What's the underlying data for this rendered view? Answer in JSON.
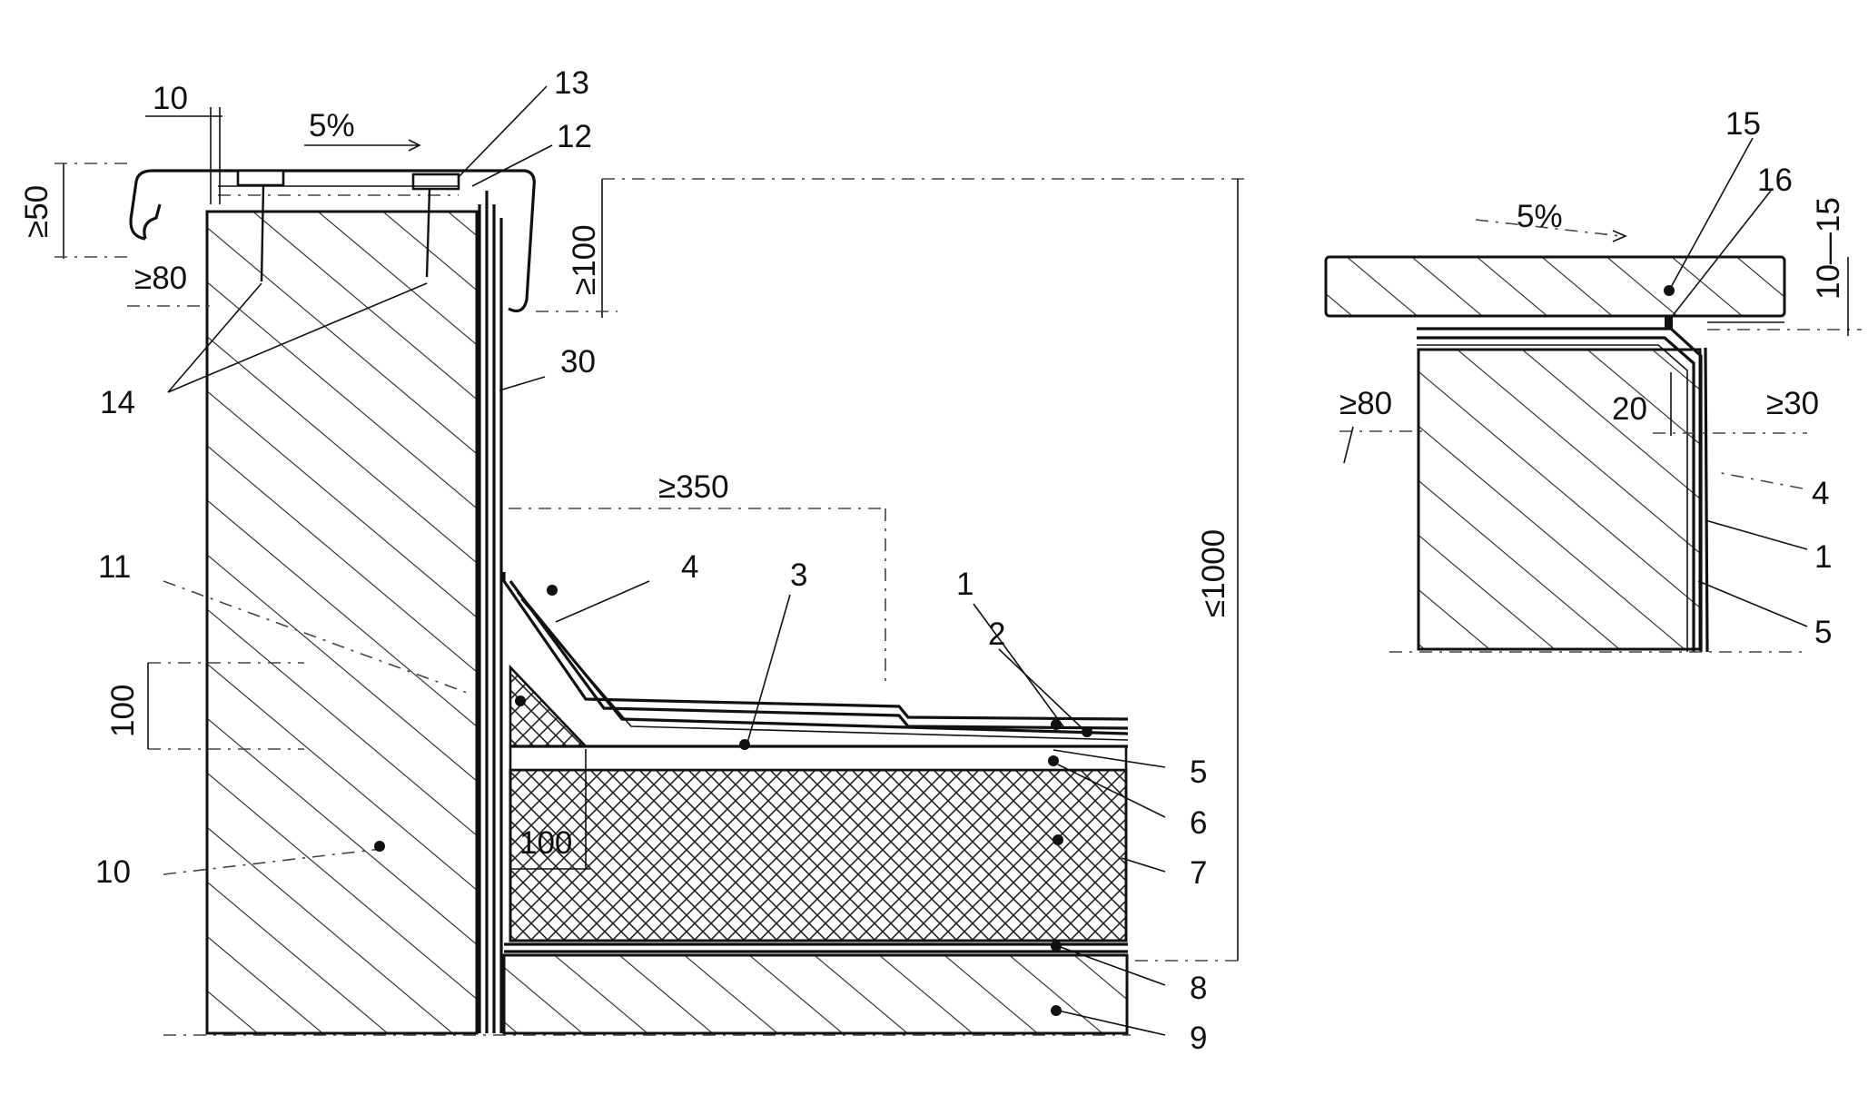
{
  "labels": {
    "dim_10": "10",
    "slope_left": "5%",
    "n13": "13",
    "n12": "12",
    "dim_ge50": "≥50",
    "dim_ge80_left": "≥80",
    "dim_ge100": "≥100",
    "n14": "14",
    "dim_30": "30",
    "dim_ge350": "≥350",
    "n11": "11",
    "n4_left": "4",
    "n3": "3",
    "n1_left": "1",
    "n2": "2",
    "dim_100_vert": "100",
    "dim_100_horiz": "100",
    "n10": "10",
    "n5_left": "5",
    "n6": "6",
    "n7": "7",
    "n8": "8",
    "n9": "9",
    "dim_le1000": "≤1000",
    "n15": "15",
    "n16": "16",
    "slope_right": "5%",
    "dim_10_15": "10—15",
    "dim_ge80_right": "≥80",
    "dim_20": "20",
    "dim_ge30": "≥30",
    "n4_right": "4",
    "n1_right": "1",
    "n5_right": "5"
  }
}
